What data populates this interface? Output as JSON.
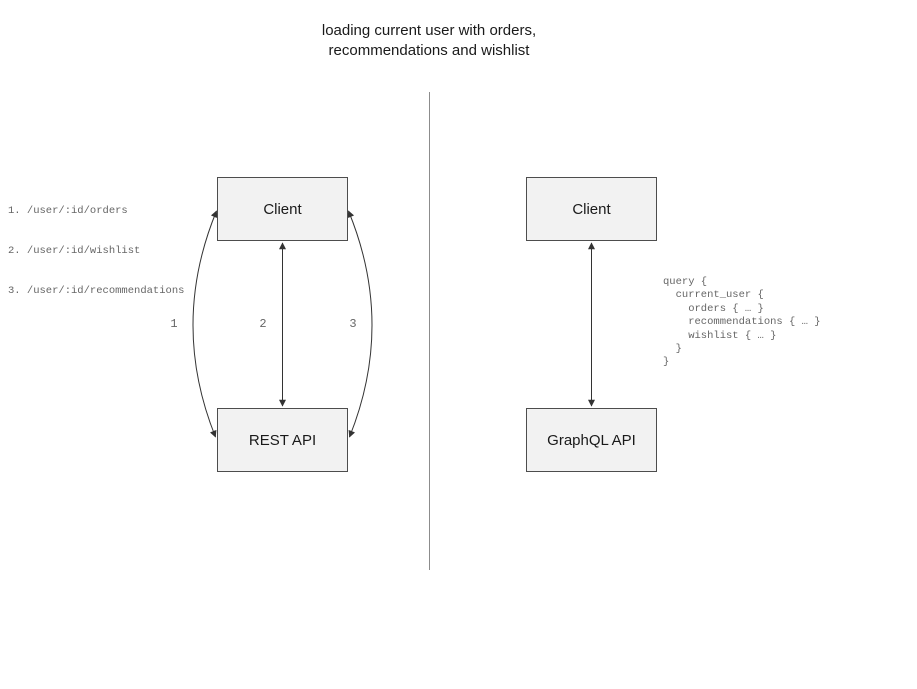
{
  "title": {
    "line1": "loading current user with orders,",
    "line2": "recommendations and wishlist"
  },
  "left_panel": {
    "endpoints": [
      "1. /user/:id/orders",
      "2. /user/:id/wishlist",
      "3. /user/:id/recommendations"
    ],
    "client_label": "Client",
    "api_label": "REST API",
    "arrow_labels": [
      "1",
      "2",
      "3"
    ]
  },
  "right_panel": {
    "client_label": "Client",
    "api_label": "GraphQL API",
    "query": "query {\n  current_user {\n    orders { … }\n    recommendations { … }\n    wishlist { … }\n  }\n}"
  },
  "colors": {
    "box_fill": "#f2f2f2",
    "box_border": "#4d4d4d",
    "arrow": "#333333",
    "muted_text": "#666666",
    "divider": "#8c8c8c"
  }
}
